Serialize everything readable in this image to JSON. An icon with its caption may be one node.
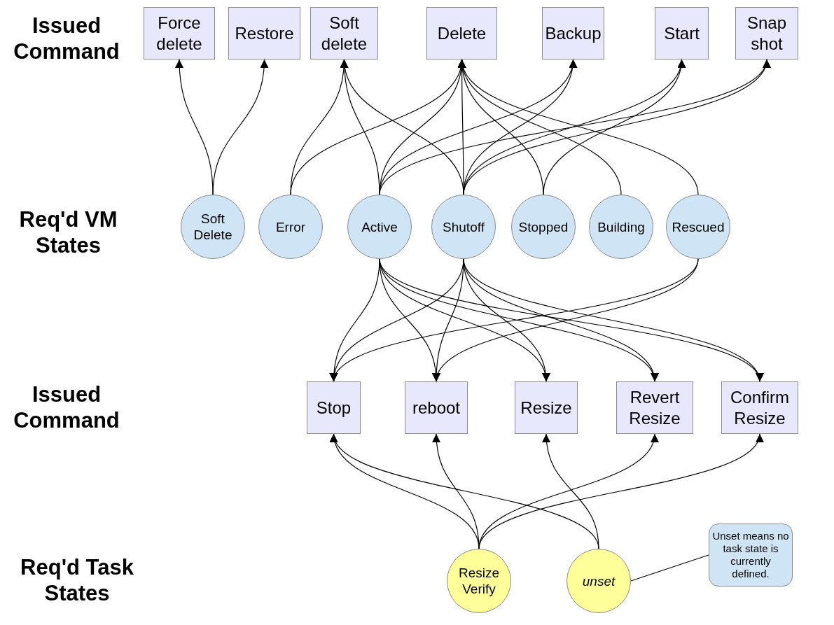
{
  "diagram": {
    "nodes": [
      {
        "text": [
          "Force delete"
        ]
      },
      {
        "text": [
          "Restore"
        ]
      },
      {
        "text": [
          "Soft delete"
        ]
      },
      {
        "text": [
          "Delete"
        ]
      },
      {
        "text": [
          "Backup"
        ]
      },
      {
        "text": [
          "Start"
        ]
      },
      {
        "text": [
          "Snap shot"
        ]
      },
      {
        "text": [
          "Soft Delete"
        ]
      },
      {
        "text": [
          "Error"
        ]
      },
      {
        "text": [
          "Active"
        ]
      },
      {
        "text": [
          "Shutoff"
        ]
      },
      {
        "text": [
          "Stopped"
        ]
      },
      {
        "text": [
          "Building"
        ]
      },
      {
        "text": [
          "Rescued"
        ]
      },
      {
        "text": [
          "Stop"
        ]
      },
      {
        "text": [
          "reboot"
        ]
      },
      {
        "text": [
          "Resize"
        ]
      },
      {
        "text": [
          "Revert Resize"
        ]
      },
      {
        "text": [
          "Confirm Resize"
        ]
      },
      {
        "text": [
          "Resize Verify"
        ]
      },
      {
        "text": [
          "unset"
        ]
      },
      {
        "text": [
          "Unset means no task state is currently defined."
        ]
      }
    ],
    "edges": [
      {
        "from": 7,
        "to": 0,
        "arrow": "to"
      },
      {
        "from": 7,
        "to": 1,
        "arrow": "to"
      },
      {
        "from": 8,
        "to": 2,
        "arrow": "to"
      },
      {
        "from": 9,
        "to": 2,
        "arrow": "to"
      },
      {
        "from": 10,
        "to": 2,
        "arrow": "to"
      },
      {
        "from": 8,
        "to": 3,
        "arrow": "to"
      },
      {
        "from": 9,
        "to": 3,
        "arrow": "to"
      },
      {
        "from": 10,
        "to": 3,
        "arrow": "to"
      },
      {
        "from": 11,
        "to": 3,
        "arrow": "to"
      },
      {
        "from": 12,
        "to": 3,
        "arrow": "to"
      },
      {
        "from": 13,
        "to": 3,
        "arrow": "to"
      },
      {
        "from": 9,
        "to": 4,
        "arrow": "to"
      },
      {
        "from": 10,
        "to": 4,
        "arrow": "to"
      },
      {
        "from": 10,
        "to": 5,
        "arrow": "to"
      },
      {
        "from": 11,
        "to": 5,
        "arrow": "to"
      },
      {
        "from": 9,
        "to": 6,
        "arrow": "to"
      },
      {
        "from": 10,
        "to": 6,
        "arrow": "to"
      },
      {
        "from": 9,
        "to": 14,
        "arrow": "to"
      },
      {
        "from": 9,
        "to": 15,
        "arrow": "to"
      },
      {
        "from": 9,
        "to": 16,
        "arrow": "to"
      },
      {
        "from": 9,
        "to": 17,
        "arrow": "to"
      },
      {
        "from": 9,
        "to": 18,
        "arrow": "to"
      },
      {
        "from": 10,
        "to": 14,
        "arrow": "to"
      },
      {
        "from": 10,
        "to": 15,
        "arrow": "to"
      },
      {
        "from": 10,
        "to": 16,
        "arrow": "to"
      },
      {
        "from": 10,
        "to": 17,
        "arrow": "to"
      },
      {
        "from": 10,
        "to": 18,
        "arrow": "to"
      },
      {
        "from": 13,
        "to": 14,
        "arrow": "to"
      },
      {
        "from": 13,
        "to": 15,
        "arrow": "to"
      },
      {
        "from": 19,
        "to": 14,
        "arrow": "to"
      },
      {
        "from": 19,
        "to": 15,
        "arrow": "to"
      },
      {
        "from": 19,
        "to": 17,
        "arrow": "to"
      },
      {
        "from": 19,
        "to": 18,
        "arrow": "to"
      },
      {
        "from": 20,
        "to": 14,
        "arrow": "to"
      },
      {
        "from": 20,
        "to": 16,
        "arrow": "to"
      },
      {
        "from": 21,
        "to": 20,
        "arrow": "none"
      }
    ],
    "labels": [
      "Issued Command",
      "Req'd VM States",
      "Issued Command",
      "Req'd Task States"
    ]
  }
}
